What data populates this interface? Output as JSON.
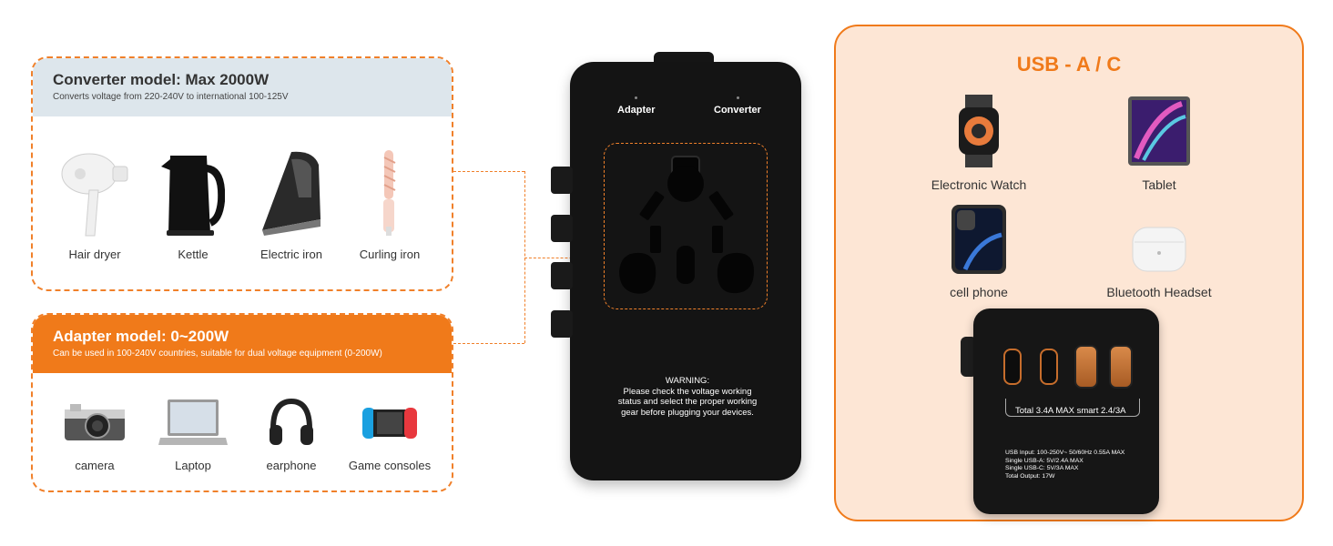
{
  "converter": {
    "title": "Converter model: Max 2000W",
    "subtitle": "Converts voltage from 220-240V to international 100-125V",
    "items": [
      {
        "label": "Hair dryer",
        "icon": "hair-dryer-icon"
      },
      {
        "label": "Kettle",
        "icon": "kettle-icon"
      },
      {
        "label": "Electric iron",
        "icon": "iron-icon"
      },
      {
        "label": "Curling iron",
        "icon": "curling-iron-icon"
      }
    ]
  },
  "adapter": {
    "title": "Adapter model: 0~200W",
    "subtitle": "Can be used in 100-240V countries, suitable for dual voltage equipment (0-200W)",
    "items": [
      {
        "label": "camera",
        "icon": "camera-icon"
      },
      {
        "label": "Laptop",
        "icon": "laptop-icon"
      },
      {
        "label": "earphone",
        "icon": "headphone-icon"
      },
      {
        "label": "Game consoles",
        "icon": "game-console-icon"
      }
    ]
  },
  "device": {
    "label_left": "Adapter",
    "label_right": "Converter",
    "warning_lines": [
      "WARNING:",
      "Please check the voltage working",
      "status and select the proper working",
      "gear before plugging your devices."
    ]
  },
  "usb": {
    "title": "USB - A / C",
    "items": [
      {
        "label": "Electronic Watch",
        "icon": "smartwatch-icon"
      },
      {
        "label": "Tablet",
        "icon": "tablet-icon"
      },
      {
        "label": "cell phone",
        "icon": "phone-icon"
      },
      {
        "label": "Bluetooth Headset",
        "icon": "earbuds-icon"
      }
    ],
    "total": "Total 3.4A MAX smart 2.4/3A",
    "spec_lines": [
      "USB Input: 100-250V~ 50/60Hz  0.55A MAX",
      "Single USB-A: 5V/2.4A MAX",
      "Single USB-C: 5V/3A  MAX",
      "Total Output: 17W"
    ]
  },
  "colors": {
    "accent": "#f07a1a",
    "panel_grey": "#dde6ec",
    "usb_bg": "#fde6d5",
    "device": "#141414"
  }
}
